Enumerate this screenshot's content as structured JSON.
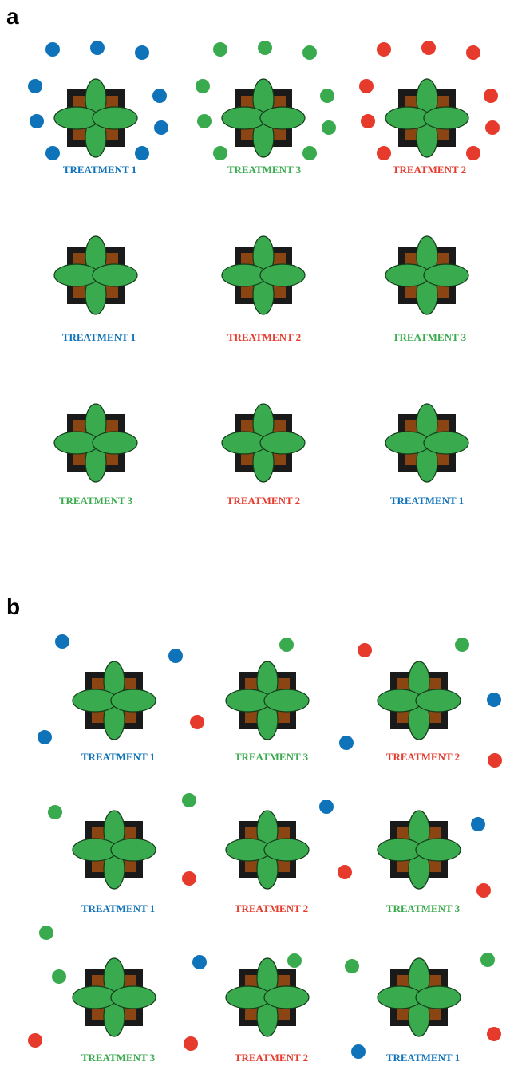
{
  "colors": {
    "blue": "#0f73b9",
    "green": "#3aaa4e",
    "red": "#e63a2c",
    "leaf": "#3aaa4e",
    "soil": "#8b4513",
    "pot": "#1a1a1a"
  },
  "panel_a": {
    "label": "a",
    "rows": [
      [
        {
          "text": "TREATMENT 1",
          "color": "blue"
        },
        {
          "text": "TREATMENT 3",
          "color": "green"
        },
        {
          "text": "TREATMENT 2",
          "color": "red"
        }
      ],
      [
        {
          "text": "TREATMENT 1",
          "color": "blue"
        },
        {
          "text": "TREATMENT 2",
          "color": "red"
        },
        {
          "text": "TREATMENT 3",
          "color": "green"
        }
      ],
      [
        {
          "text": "TREATMENT 3",
          "color": "green"
        },
        {
          "text": "TREATMENT 2",
          "color": "red"
        },
        {
          "text": "TREATMENT 1",
          "color": "blue"
        }
      ]
    ]
  },
  "panel_b": {
    "label": "b",
    "rows": [
      [
        {
          "text": "TREATMENT 1",
          "color": "blue"
        },
        {
          "text": "TREATMENT 3",
          "color": "green"
        },
        {
          "text": "TREATMENT 2",
          "color": "red"
        }
      ],
      [
        {
          "text": "TREATMENT 1",
          "color": "blue"
        },
        {
          "text": "TREATMENT 2",
          "color": "red"
        },
        {
          "text": "TREATMENT 3",
          "color": "green"
        }
      ],
      [
        {
          "text": "TREATMENT 3",
          "color": "green"
        },
        {
          "text": "TREATMENT 2",
          "color": "red"
        },
        {
          "text": "TREATMENT 1",
          "color": "blue"
        }
      ]
    ],
    "dot_colors": [
      "blue",
      "blue",
      "blue",
      "red",
      "green",
      "red",
      "blue",
      "green",
      "blue",
      "red",
      "green",
      "green",
      "red",
      "green",
      "blue",
      "red",
      "blue",
      "red",
      "green",
      "green",
      "blue",
      "red",
      "green",
      "red",
      "blue",
      "green",
      "red",
      "green",
      "blue",
      "red"
    ]
  }
}
